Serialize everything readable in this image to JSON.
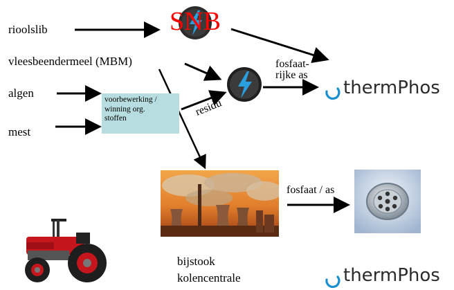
{
  "inputs": {
    "rioolslib": "rioolslib",
    "mbm": "vleesbeendermeel (MBM)",
    "algen": "algen",
    "mest": "mest"
  },
  "snb_label": "SNB",
  "process_box": {
    "line1": "voorbewerking /",
    "line2": "winning org.",
    "line3": "stoffen"
  },
  "residu_label": "residu",
  "fosfaat_rijke_as": {
    "line1": "fosfaat-",
    "line2": "rijke as"
  },
  "thermphos": {
    "top": "thermPhos",
    "bottom": "thermPhos"
  },
  "fosfaat_as_label": "fosfaat / as",
  "bijstook": {
    "line1": "bijstook",
    "line2": "kolencentrale"
  },
  "icons": [
    "snb-logo-icon",
    "bolt-icon",
    "thermphos-logo-icon",
    "power-plant-image",
    "drain-image",
    "tractor-image"
  ],
  "colors": {
    "snb_red": "#ff0000",
    "process_box": "#b7dde0",
    "bolt_blue": "#2a9fe0",
    "thermphos_blue": "#1a8fd0"
  }
}
